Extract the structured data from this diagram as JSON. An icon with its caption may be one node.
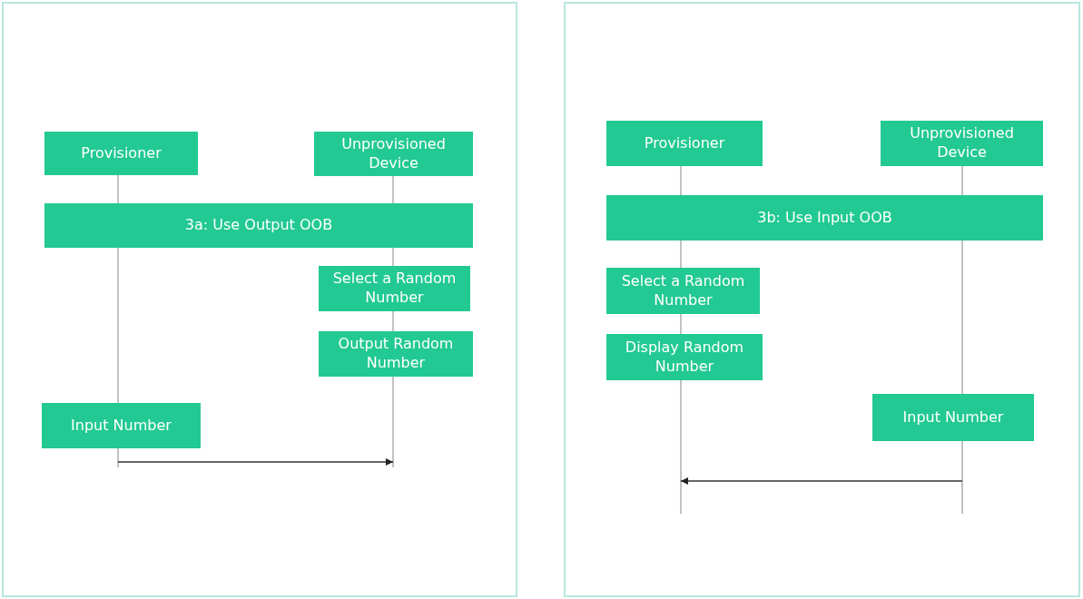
{
  "diagram": {
    "nodes": [
      {
        "text": [],
        "shape": "box"
      },
      {
        "text": [
          "Provisioner"
        ],
        "in": 0
      },
      {
        "text": [
          "Unprovisioned Device"
        ],
        "in": 0
      },
      {
        "text": [],
        "shape": "line",
        "in": 0
      },
      {
        "text": [],
        "shape": "line",
        "in": 0
      },
      {
        "text": [
          "3a: Use Output OOB"
        ],
        "in": 0
      },
      {
        "text": [
          "Select a Random Number"
        ],
        "in": 0
      },
      {
        "text": [
          "Output Random Number"
        ],
        "in": 0
      },
      {
        "text": [
          "Input Number"
        ],
        "in": 0
      },
      {
        "text": [],
        "shape": "box"
      },
      {
        "text": [
          "Provisioner"
        ],
        "in": 9
      },
      {
        "text": [
          "Unprovisioned Device"
        ],
        "in": 9
      },
      {
        "text": [],
        "shape": "line",
        "in": 9
      },
      {
        "text": [],
        "shape": "line",
        "in": 9
      },
      {
        "text": [
          "3b: Use Input OOB"
        ],
        "in": 9
      },
      {
        "text": [
          "Select a Random Number"
        ],
        "in": 9
      },
      {
        "text": [
          "Display Random Number"
        ],
        "in": 9
      },
      {
        "text": [
          "Input Number"
        ],
        "in": 9
      }
    ],
    "edges": [
      {
        "from": 3,
        "to": 4,
        "arrow": "to"
      },
      {
        "from": 13,
        "to": 12,
        "arrow": "to"
      }
    ]
  }
}
